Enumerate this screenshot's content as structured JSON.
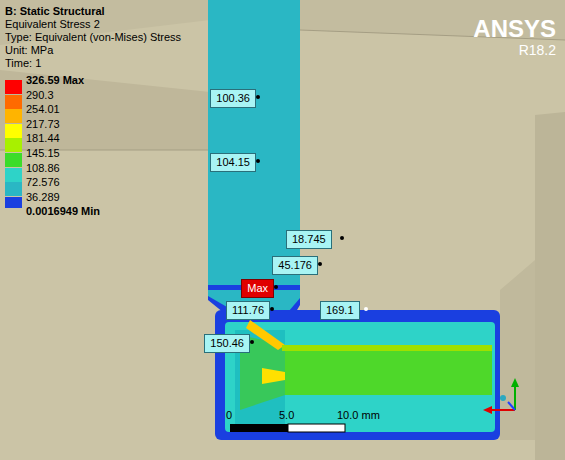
{
  "diagram": {
    "title": "B: Static Structural",
    "labels": [
      "Equivalent Stress 2",
      "Type: Equivalent (von-Mises) Stress",
      "Unit: MPa",
      "Time: 1",
      "ANSYS",
      "R18.2",
      "100.36",
      "104.15",
      "18.745",
      "45.176",
      "Max",
      "111.76",
      "169.1",
      "150.46",
      "0",
      "5.0",
      "10.0 mm"
    ],
    "legend": [
      {
        "text": "326.59 Max",
        "color": "#ff0000"
      },
      {
        "text": "290.3",
        "color": "#ff6a00"
      },
      {
        "text": "254.01",
        "color": "#ffb400"
      },
      {
        "text": "217.73",
        "color": "#ffff00"
      },
      {
        "text": "181.44",
        "color": "#a8f000"
      },
      {
        "text": "145.15",
        "color": "#3cdc2a"
      },
      {
        "text": "108.86",
        "color": "#2ed3c8"
      },
      {
        "text": "72.576",
        "color": "#2ab7c4"
      },
      {
        "text": "36.289",
        "color": "#1a3fe0"
      },
      {
        "text": "0.0016949 Min",
        "color": "#cbc4a6"
      }
    ]
  }
}
